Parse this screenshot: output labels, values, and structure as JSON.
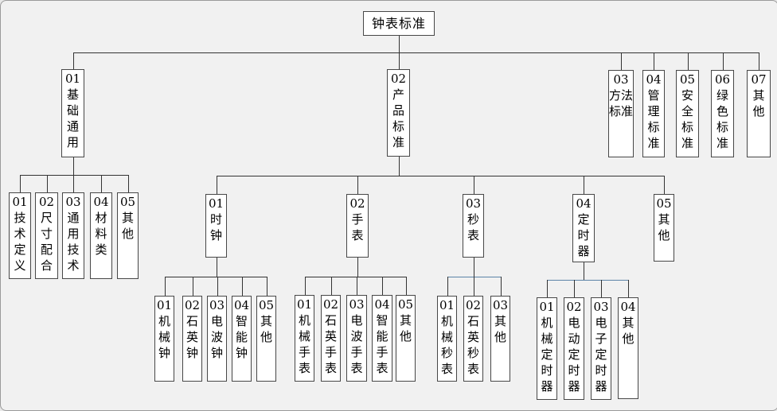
{
  "tree": {
    "label": "钟表标准",
    "children": [
      {
        "num": "01",
        "label": "基础通用",
        "children": [
          {
            "num": "01",
            "label": "技术定义"
          },
          {
            "num": "02",
            "label": "尺寸配合"
          },
          {
            "num": "03",
            "label": "通用技术"
          },
          {
            "num": "04",
            "label": "材料类"
          },
          {
            "num": "05",
            "label": "其他"
          }
        ]
      },
      {
        "num": "02",
        "label": "产品标准",
        "children": [
          {
            "num": "01",
            "label": "时钟",
            "children": [
              {
                "num": "01",
                "label": "机械钟"
              },
              {
                "num": "02",
                "label": "石英钟"
              },
              {
                "num": "03",
                "label": "电波钟"
              },
              {
                "num": "04",
                "label": "智能钟"
              },
              {
                "num": "05",
                "label": "其他"
              }
            ]
          },
          {
            "num": "02",
            "label": "手表",
            "children": [
              {
                "num": "01",
                "label": "机械手表"
              },
              {
                "num": "02",
                "label": "石英手表"
              },
              {
                "num": "03",
                "label": "电波手表"
              },
              {
                "num": "04",
                "label": "智能手表"
              },
              {
                "num": "05",
                "label": "其他"
              }
            ]
          },
          {
            "num": "03",
            "label": "秒表",
            "children": [
              {
                "num": "01",
                "label": "机械秒表"
              },
              {
                "num": "02",
                "label": "石英秒表"
              },
              {
                "num": "03",
                "label": "其他"
              }
            ]
          },
          {
            "num": "04",
            "label": "定时器",
            "children": [
              {
                "num": "01",
                "label": "机械定时器"
              },
              {
                "num": "02",
                "label": "电动定时器"
              },
              {
                "num": "03",
                "label": "电子定时器"
              },
              {
                "num": "04",
                "label": "其他"
              }
            ]
          },
          {
            "num": "05",
            "label": "其他"
          }
        ]
      },
      {
        "num": "03",
        "label": "方法标准"
      },
      {
        "num": "04",
        "label": "管理标准"
      },
      {
        "num": "05",
        "label": "安全标准"
      },
      {
        "num": "06",
        "label": "绿色标准"
      },
      {
        "num": "07",
        "label": "其他"
      }
    ]
  },
  "colors": {
    "background": "#f1f1f1",
    "box_fill": "#ffffff",
    "box_border": "#474747",
    "line": "#333333",
    "line_accent": "#5c84a8",
    "text": "#000000"
  }
}
